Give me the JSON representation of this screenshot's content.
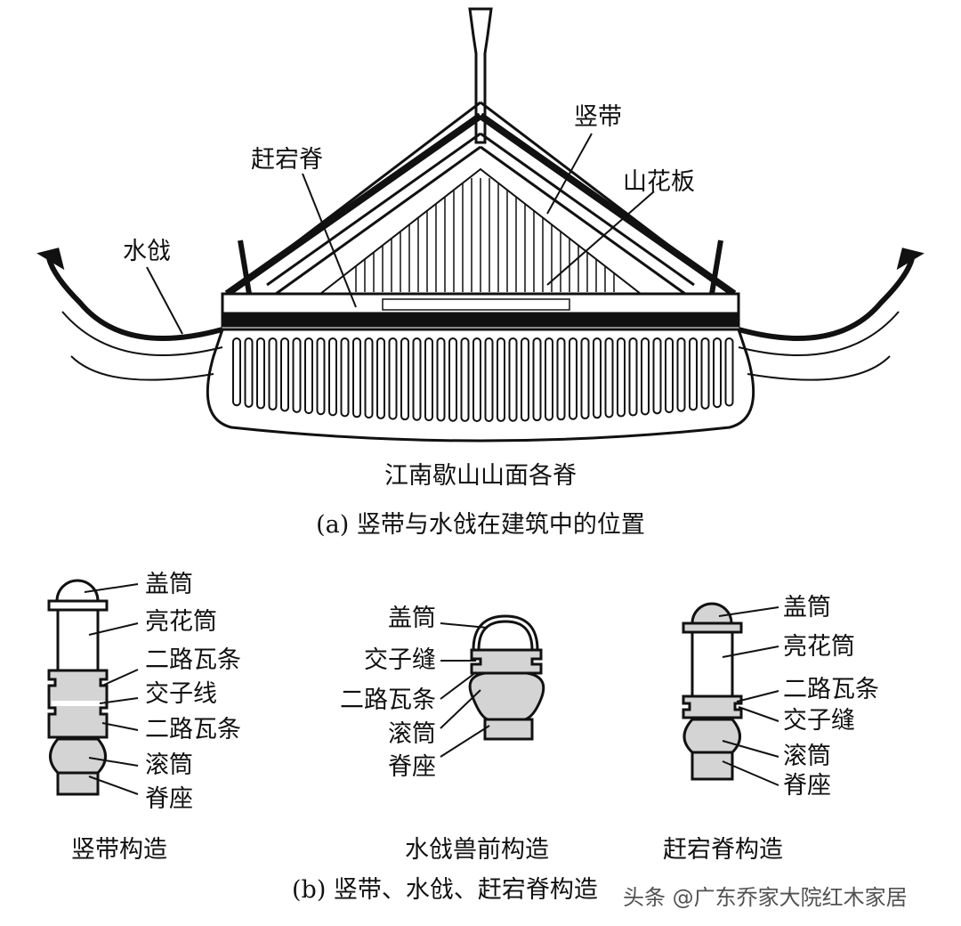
{
  "top_figure": {
    "labels": {
      "shudai": "竖带",
      "gandangji": "赶宕脊",
      "shanhuaban": "山花板",
      "shuiqiang": "水戗"
    },
    "subtitle": "江南歇山山面各脊",
    "caption": "(a) 竖带与水戗在建筑中的位置"
  },
  "bottom_figure": {
    "shudai": {
      "labels": [
        "盖筒",
        "亮花筒",
        "二路瓦条",
        "交子线",
        "二路瓦条",
        "滚筒",
        "脊座"
      ],
      "caption": "竖带构造"
    },
    "shuiqiang": {
      "labels": [
        "盖筒",
        "交子缝",
        "二路瓦条",
        "滚筒",
        "脊座"
      ],
      "caption": "水戗兽前构造"
    },
    "gandangji": {
      "labels": [
        "盖筒",
        "亮花筒",
        "二路瓦条",
        "交子缝",
        "滚筒",
        "脊座"
      ],
      "caption": "赶宕脊构造"
    },
    "caption": "(b) 竖带、水戗、赶宕脊构造"
  },
  "watermark": "头条 @广东乔家大院红木家居",
  "colors": {
    "line": "#111111",
    "fill_gray": "#d4d4d4"
  }
}
